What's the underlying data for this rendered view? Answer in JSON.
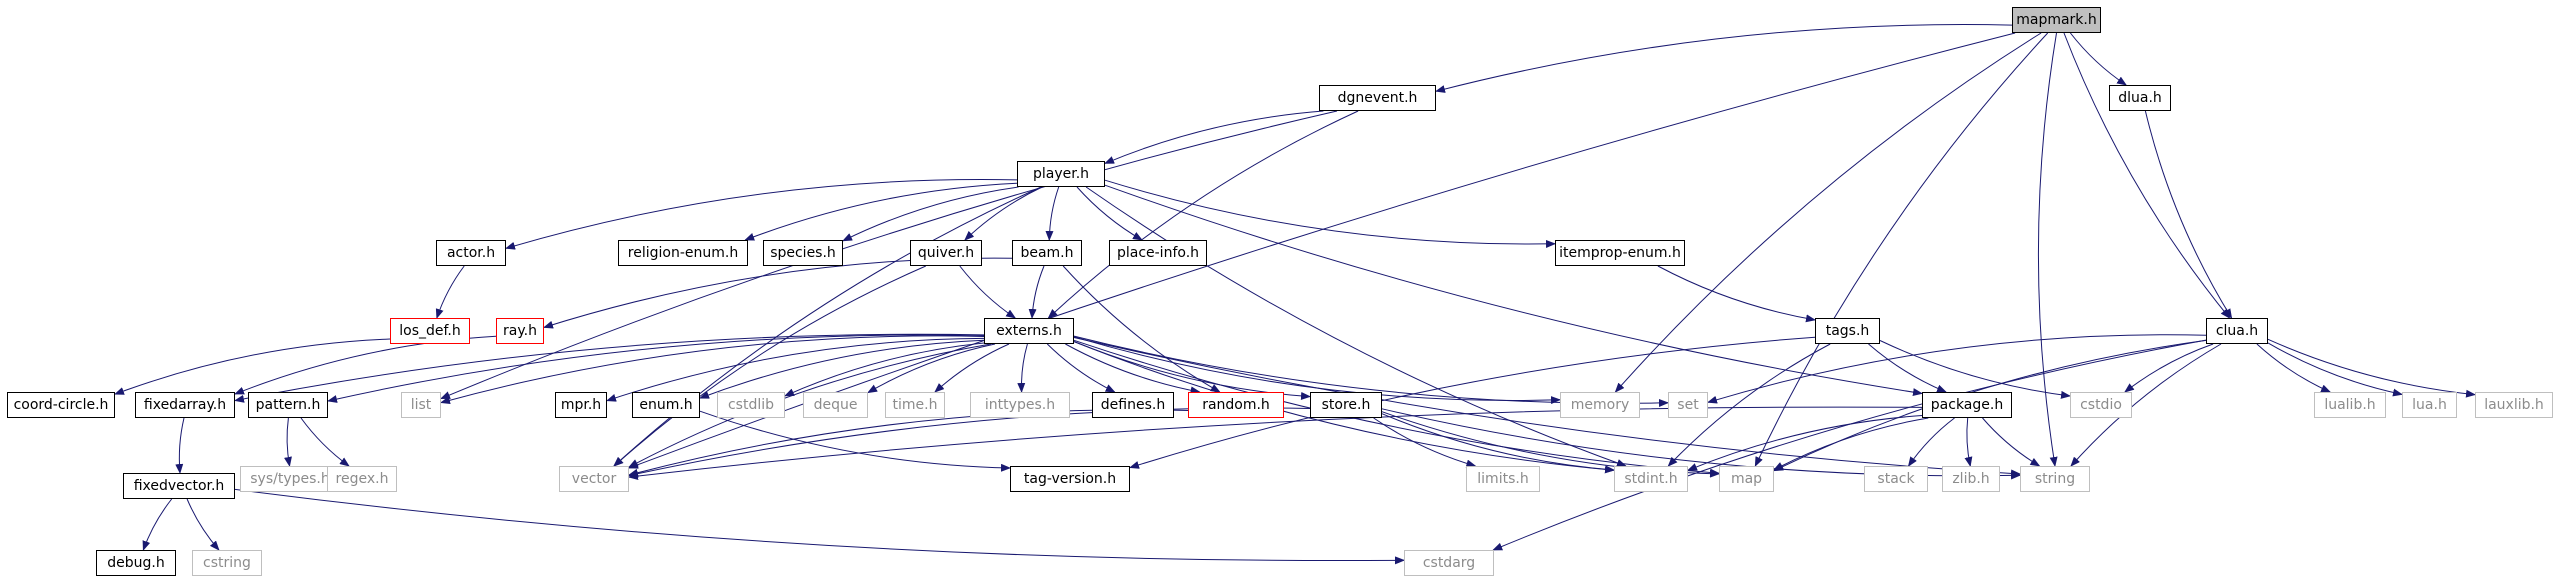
{
  "graph": {
    "edge_color": "#191970",
    "nodes": [
      {
        "id": "mapmark",
        "label": "mapmark.h",
        "kind": "main"
      },
      {
        "id": "dgnevent",
        "label": "dgnevent.h",
        "kind": "doc"
      },
      {
        "id": "dlua",
        "label": "dlua.h",
        "kind": "doc"
      },
      {
        "id": "player",
        "label": "player.h",
        "kind": "doc"
      },
      {
        "id": "actor",
        "label": "actor.h",
        "kind": "doc"
      },
      {
        "id": "religion_enum",
        "label": "religion-enum.h",
        "kind": "doc"
      },
      {
        "id": "species",
        "label": "species.h",
        "kind": "doc"
      },
      {
        "id": "quiver",
        "label": "quiver.h",
        "kind": "doc"
      },
      {
        "id": "beam",
        "label": "beam.h",
        "kind": "doc"
      },
      {
        "id": "place_info",
        "label": "place-info.h",
        "kind": "doc"
      },
      {
        "id": "itemprop_enum",
        "label": "itemprop-enum.h",
        "kind": "doc"
      },
      {
        "id": "los_def",
        "label": "los_def.h",
        "kind": "missing"
      },
      {
        "id": "ray",
        "label": "ray.h",
        "kind": "missing"
      },
      {
        "id": "externs",
        "label": "externs.h",
        "kind": "doc"
      },
      {
        "id": "tags",
        "label": "tags.h",
        "kind": "doc"
      },
      {
        "id": "clua",
        "label": "clua.h",
        "kind": "doc"
      },
      {
        "id": "coord_circle",
        "label": "coord-circle.h",
        "kind": "doc"
      },
      {
        "id": "fixedarray",
        "label": "fixedarray.h",
        "kind": "doc"
      },
      {
        "id": "pattern",
        "label": "pattern.h",
        "kind": "doc"
      },
      {
        "id": "list",
        "label": "list",
        "kind": "sys"
      },
      {
        "id": "mpr",
        "label": "mpr.h",
        "kind": "doc"
      },
      {
        "id": "enum",
        "label": "enum.h",
        "kind": "doc"
      },
      {
        "id": "cstdlib",
        "label": "cstdlib",
        "kind": "sys"
      },
      {
        "id": "deque",
        "label": "deque",
        "kind": "sys"
      },
      {
        "id": "time",
        "label": "time.h",
        "kind": "sys"
      },
      {
        "id": "inttypes",
        "label": "inttypes.h",
        "kind": "sys"
      },
      {
        "id": "defines",
        "label": "defines.h",
        "kind": "doc"
      },
      {
        "id": "random",
        "label": "random.h",
        "kind": "missing"
      },
      {
        "id": "store",
        "label": "store.h",
        "kind": "doc"
      },
      {
        "id": "memory",
        "label": "memory",
        "kind": "sys"
      },
      {
        "id": "set",
        "label": "set",
        "kind": "sys"
      },
      {
        "id": "package",
        "label": "package.h",
        "kind": "doc"
      },
      {
        "id": "cstdio",
        "label": "cstdio",
        "kind": "sys"
      },
      {
        "id": "lualib",
        "label": "lualib.h",
        "kind": "sys"
      },
      {
        "id": "lua",
        "label": "lua.h",
        "kind": "sys"
      },
      {
        "id": "lauxlib",
        "label": "lauxlib.h",
        "kind": "sys"
      },
      {
        "id": "sys_types",
        "label": "sys/types.h",
        "kind": "sys"
      },
      {
        "id": "regex",
        "label": "regex.h",
        "kind": "sys"
      },
      {
        "id": "vector",
        "label": "vector",
        "kind": "sys"
      },
      {
        "id": "tag_version",
        "label": "tag-version.h",
        "kind": "doc"
      },
      {
        "id": "limits",
        "label": "limits.h",
        "kind": "sys"
      },
      {
        "id": "stdint",
        "label": "stdint.h",
        "kind": "sys"
      },
      {
        "id": "map",
        "label": "map",
        "kind": "sys"
      },
      {
        "id": "stack",
        "label": "stack",
        "kind": "sys"
      },
      {
        "id": "zlib",
        "label": "zlib.h",
        "kind": "sys"
      },
      {
        "id": "string",
        "label": "string",
        "kind": "sys"
      },
      {
        "id": "fixedvector",
        "label": "fixedvector.h",
        "kind": "doc"
      },
      {
        "id": "debug",
        "label": "debug.h",
        "kind": "doc"
      },
      {
        "id": "cstring",
        "label": "cstring",
        "kind": "sys"
      },
      {
        "id": "cstdarg",
        "label": "cstdarg",
        "kind": "sys"
      }
    ],
    "edges": [
      [
        "mapmark",
        "dgnevent"
      ],
      [
        "mapmark",
        "dlua"
      ],
      [
        "mapmark",
        "clua"
      ],
      [
        "mapmark",
        "vector"
      ],
      [
        "mapmark",
        "memory"
      ],
      [
        "mapmark",
        "map"
      ],
      [
        "mapmark",
        "string"
      ],
      [
        "dgnevent",
        "player"
      ],
      [
        "dgnevent",
        "externs"
      ],
      [
        "dgnevent",
        "list"
      ],
      [
        "dlua",
        "clua"
      ],
      [
        "player",
        "actor"
      ],
      [
        "player",
        "religion_enum"
      ],
      [
        "player",
        "species"
      ],
      [
        "player",
        "quiver"
      ],
      [
        "player",
        "beam"
      ],
      [
        "player",
        "place_info"
      ],
      [
        "player",
        "itemprop_enum"
      ],
      [
        "player",
        "package"
      ],
      [
        "player",
        "vector"
      ],
      [
        "player",
        "stdint"
      ],
      [
        "actor",
        "los_def"
      ],
      [
        "los_def",
        "coord_circle"
      ],
      [
        "ray",
        "fixedarray"
      ],
      [
        "quiver",
        "externs"
      ],
      [
        "quiver",
        "vector"
      ],
      [
        "beam",
        "externs"
      ],
      [
        "beam",
        "random"
      ],
      [
        "beam",
        "ray"
      ],
      [
        "itemprop_enum",
        "tags"
      ],
      [
        "externs",
        "fixedarray"
      ],
      [
        "externs",
        "pattern"
      ],
      [
        "externs",
        "list"
      ],
      [
        "externs",
        "mpr"
      ],
      [
        "externs",
        "enum"
      ],
      [
        "externs",
        "cstdlib"
      ],
      [
        "externs",
        "deque"
      ],
      [
        "externs",
        "time"
      ],
      [
        "externs",
        "inttypes"
      ],
      [
        "externs",
        "defines"
      ],
      [
        "externs",
        "random"
      ],
      [
        "externs",
        "store"
      ],
      [
        "externs",
        "memory"
      ],
      [
        "externs",
        "set"
      ],
      [
        "externs",
        "vector"
      ],
      [
        "externs",
        "stdint"
      ],
      [
        "externs",
        "map"
      ],
      [
        "externs",
        "string"
      ],
      [
        "tags",
        "package"
      ],
      [
        "tags",
        "tag_version"
      ],
      [
        "tags",
        "stdint"
      ],
      [
        "tags",
        "cstdio"
      ],
      [
        "clua",
        "set"
      ],
      [
        "clua",
        "cstdio"
      ],
      [
        "clua",
        "lualib"
      ],
      [
        "clua",
        "lua"
      ],
      [
        "clua",
        "lauxlib"
      ],
      [
        "clua",
        "map"
      ],
      [
        "clua",
        "string"
      ],
      [
        "clua",
        "cstdarg"
      ],
      [
        "fixedarray",
        "fixedvector"
      ],
      [
        "fixedvector",
        "debug"
      ],
      [
        "fixedvector",
        "cstring"
      ],
      [
        "fixedvector",
        "cstdarg"
      ],
      [
        "pattern",
        "sys_types"
      ],
      [
        "pattern",
        "regex"
      ],
      [
        "enum",
        "tag_version"
      ],
      [
        "random",
        "vector"
      ],
      [
        "store",
        "vector"
      ],
      [
        "store",
        "limits"
      ],
      [
        "store",
        "stdint"
      ],
      [
        "store",
        "map"
      ],
      [
        "store",
        "string"
      ],
      [
        "package",
        "vector"
      ],
      [
        "package",
        "map"
      ],
      [
        "package",
        "stack"
      ],
      [
        "package",
        "zlib"
      ],
      [
        "package",
        "string"
      ],
      [
        "package",
        "stdint"
      ]
    ]
  }
}
